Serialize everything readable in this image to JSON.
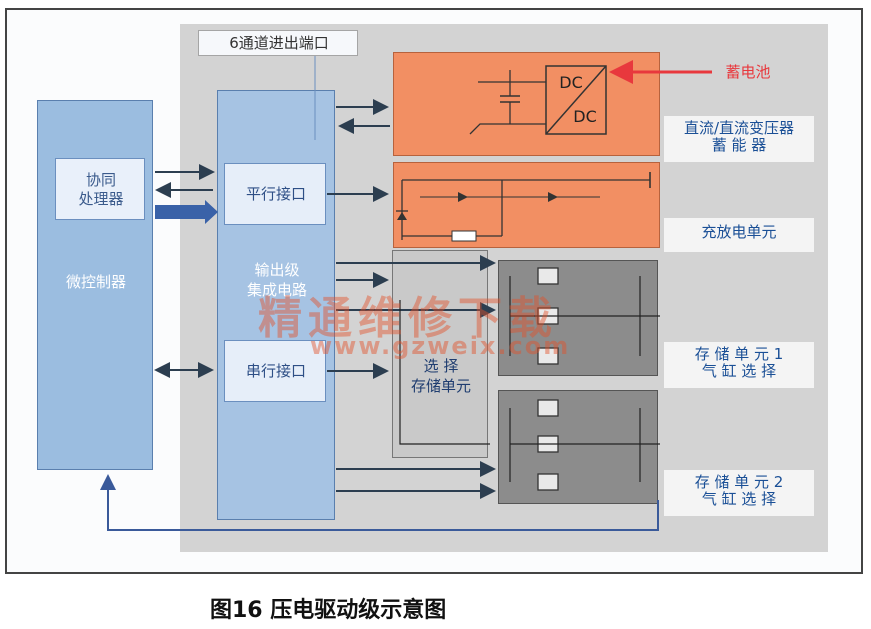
{
  "labels": {
    "port": "6通道进出端口",
    "coprocessor": [
      "协同",
      "处理器"
    ],
    "mcu": "微控制器",
    "parallel": "平行接口",
    "output_stage": [
      "输出级",
      "集成电路"
    ],
    "serial": "串行接口",
    "battery": "蓄电池",
    "dc_top": "DC",
    "dc_bottom": "DC",
    "dcdc": [
      "直流/直流变压器",
      "蓄 能 器"
    ],
    "charge": "充放电单元",
    "select": [
      "选  择",
      "存储单元"
    ],
    "store1": [
      "存 储 单 元 1",
      "气 缸 选 择"
    ],
    "store2": [
      "存 储 单 元 2",
      "气 缸 选 择"
    ]
  },
  "watermark": {
    "cn": "精通维修下载",
    "url": "www.gzweix.com"
  },
  "caption": "图16 压电驱动级示意图",
  "colors": {
    "blue_box": "#9bbde0",
    "orange_box": "#f28f63",
    "gray_box": "#8c8c8c",
    "battery_arrow": "#e8383d"
  }
}
